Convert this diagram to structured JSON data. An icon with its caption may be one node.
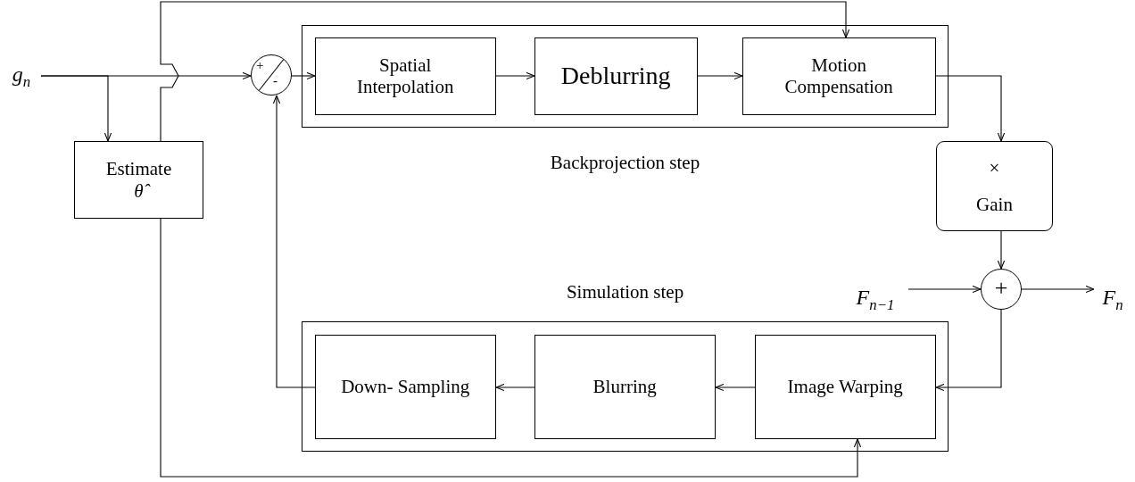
{
  "diagram": {
    "nodes": [
      {
        "text": [
          "*g*$_{n}$"
        ]
      },
      {
        "text": [
          "Estimate",
          "θ̂"
        ]
      },
      {
        "text": [
          "+",
          "-"
        ]
      },
      {
        "text": [
          "Backprojection step"
        ]
      },
      {
        "text": [
          "Spatial Interpolation"
        ],
        "in": 3
      },
      {
        "text": [
          "Deblurring"
        ],
        "in": 3
      },
      {
        "text": [
          "Motion Compensation"
        ],
        "in": 3
      },
      {
        "text": [
          "×",
          "Gain"
        ]
      },
      {
        "text": [
          "+"
        ]
      },
      {
        "text": [
          "*F*$_{n−1}$"
        ]
      },
      {
        "text": [
          "*F*$_{n}$"
        ]
      },
      {
        "text": [
          "Simulation step"
        ]
      },
      {
        "text": [
          "Down- Sampling"
        ],
        "in": 11
      },
      {
        "text": [
          "Blurring"
        ],
        "in": 11
      },
      {
        "text": [
          "Image Warping"
        ],
        "in": 11
      }
    ],
    "edges": [
      {
        "from": 0,
        "to": 2,
        "arrow": "to"
      },
      {
        "from": 0,
        "to": 1,
        "arrow": "to"
      },
      {
        "from": 1,
        "to": 6,
        "arrow": "to"
      },
      {
        "from": 1,
        "to": 14,
        "arrow": "to"
      },
      {
        "from": 2,
        "to": 4,
        "arrow": "to"
      },
      {
        "from": 4,
        "to": 5,
        "arrow": "to"
      },
      {
        "from": 5,
        "to": 6,
        "arrow": "to"
      },
      {
        "from": 6,
        "to": 7,
        "arrow": "to"
      },
      {
        "from": 7,
        "to": 8,
        "arrow": "to"
      },
      {
        "from": 9,
        "to": 8,
        "arrow": "to"
      },
      {
        "from": 8,
        "to": 10,
        "arrow": "to"
      },
      {
        "from": 8,
        "to": 14,
        "arrow": "to"
      },
      {
        "from": 14,
        "to": 13,
        "arrow": "to"
      },
      {
        "from": 13,
        "to": 12,
        "arrow": "to"
      },
      {
        "from": 12,
        "to": 2,
        "arrow": "to"
      }
    ]
  }
}
